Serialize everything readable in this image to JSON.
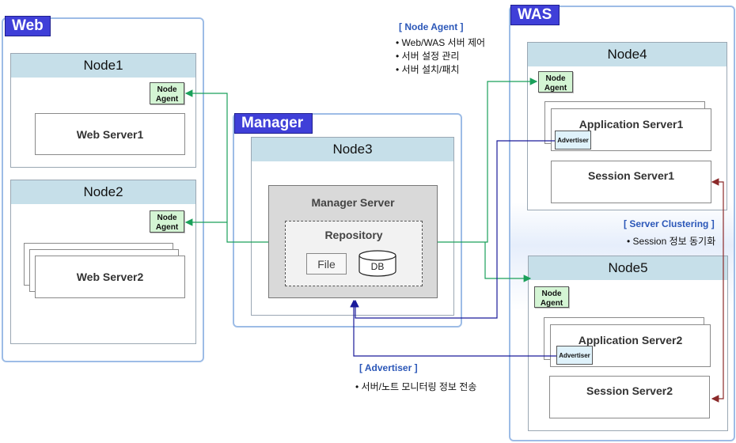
{
  "zones": {
    "web": "Web",
    "manager": "Manager",
    "was": "WAS"
  },
  "nodes": {
    "node1": "Node1",
    "node2": "Node2",
    "node3": "Node3",
    "node4": "Node4",
    "node5": "Node5"
  },
  "servers": {
    "web1": "Web Server1",
    "web2": "Web Server2",
    "manager": "Manager Server",
    "repository": "Repository",
    "file": "File",
    "db": "DB",
    "app1": "Application Server1",
    "session1": "Session Server1",
    "app2": "Application Server2",
    "session2": "Session Server2"
  },
  "agent": {
    "line1": "Node",
    "line2": "Agent"
  },
  "advertiser_label": "Advertiser",
  "notes": {
    "node_agent": {
      "title": "[ Node Agent ]",
      "items": [
        "Web/WAS 서버 제어",
        "서버 설정 관리",
        "서버 설치/패치"
      ]
    },
    "clustering": {
      "title": "[ Server Clustering ]",
      "items": [
        "Session 정보 동기화"
      ]
    },
    "advertiser": {
      "title": "[ Advertiser ]",
      "items": [
        "서버/노트 모니터링 정보 전송"
      ]
    }
  },
  "colors": {
    "zone_title_bg": "#3f3fd8",
    "node_header": "#c6dfe9",
    "agent_bg": "#d4f5d4",
    "advertiser_bg": "#dff2fb",
    "green_connector": "#1aa05a",
    "blue_connector": "#1a1a9a",
    "red_connector": "#8b2a2a"
  }
}
